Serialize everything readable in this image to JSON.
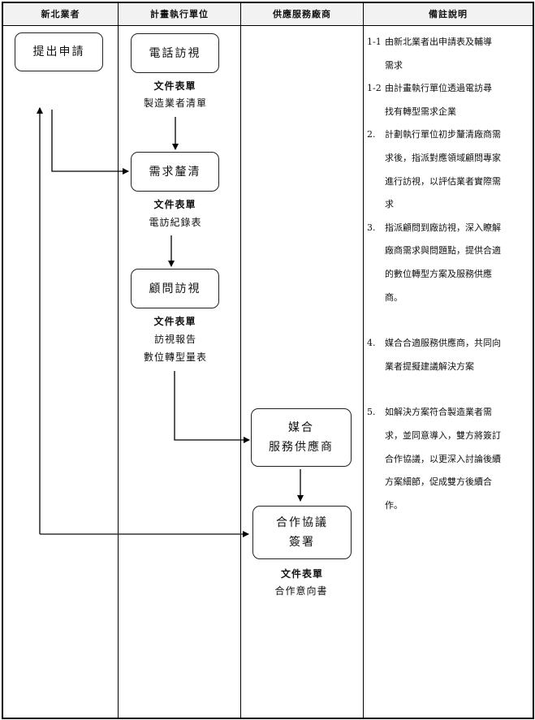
{
  "columns": [
    "新北業者",
    "計畫執行單位",
    "供應服務廠商",
    "備註說明"
  ],
  "steps": {
    "apply": {
      "label": [
        "提出申請"
      ]
    },
    "phone_visit": {
      "label": [
        "電話訪視"
      ],
      "doc_label": "文件表單",
      "docs": [
        "製造業者清單"
      ]
    },
    "clarify": {
      "label": [
        "需求釐清"
      ],
      "doc_label": "文件表單",
      "docs": [
        "電訪紀錄表"
      ]
    },
    "consultant_visit": {
      "label": [
        "顧問訪視"
      ],
      "doc_label": "文件表單",
      "docs": [
        "訪視報告",
        "數位轉型量表"
      ]
    },
    "match": {
      "label": [
        "媒合",
        "服務供應商"
      ]
    },
    "agreement": {
      "label": [
        "合作協議",
        "簽署"
      ],
      "doc_label": "文件表單",
      "docs": [
        "合作意向書"
      ]
    }
  },
  "notes": [
    {
      "num": "1-1",
      "lines": [
        "由新北業者出申請表及輔導",
        "需求"
      ]
    },
    {
      "num": "1-2",
      "lines": [
        "由計畫執行單位透過電訪尋",
        "找有轉型需求企業"
      ]
    },
    {
      "num": "2.",
      "lines": [
        "計劃執行單位初步釐清廠商需",
        "求後，指派對應領域顧問專家",
        "進行訪視，以評估業者實際需",
        "求"
      ]
    },
    {
      "num": "3.",
      "lines": [
        "指派顧問到廠訪視，深入瞭解",
        "廠商需求與問題點，提供合適",
        "的數位轉型方案及服務供應",
        "商。"
      ]
    },
    {
      "num": "4.",
      "lines": [
        "媒合合適服務供應商，共同向",
        "業者提擬建議解決方案"
      ]
    },
    {
      "num": "5.",
      "lines": [
        "如解決方案符合製造業者需",
        "求，並同意導入，雙方將簽訂",
        "合作協議，以更深入討論後續",
        "方案細節，促成雙方後續合",
        "作。"
      ]
    }
  ],
  "colors": {
    "header_bg": "#f2f2f2",
    "line": "#000000"
  }
}
